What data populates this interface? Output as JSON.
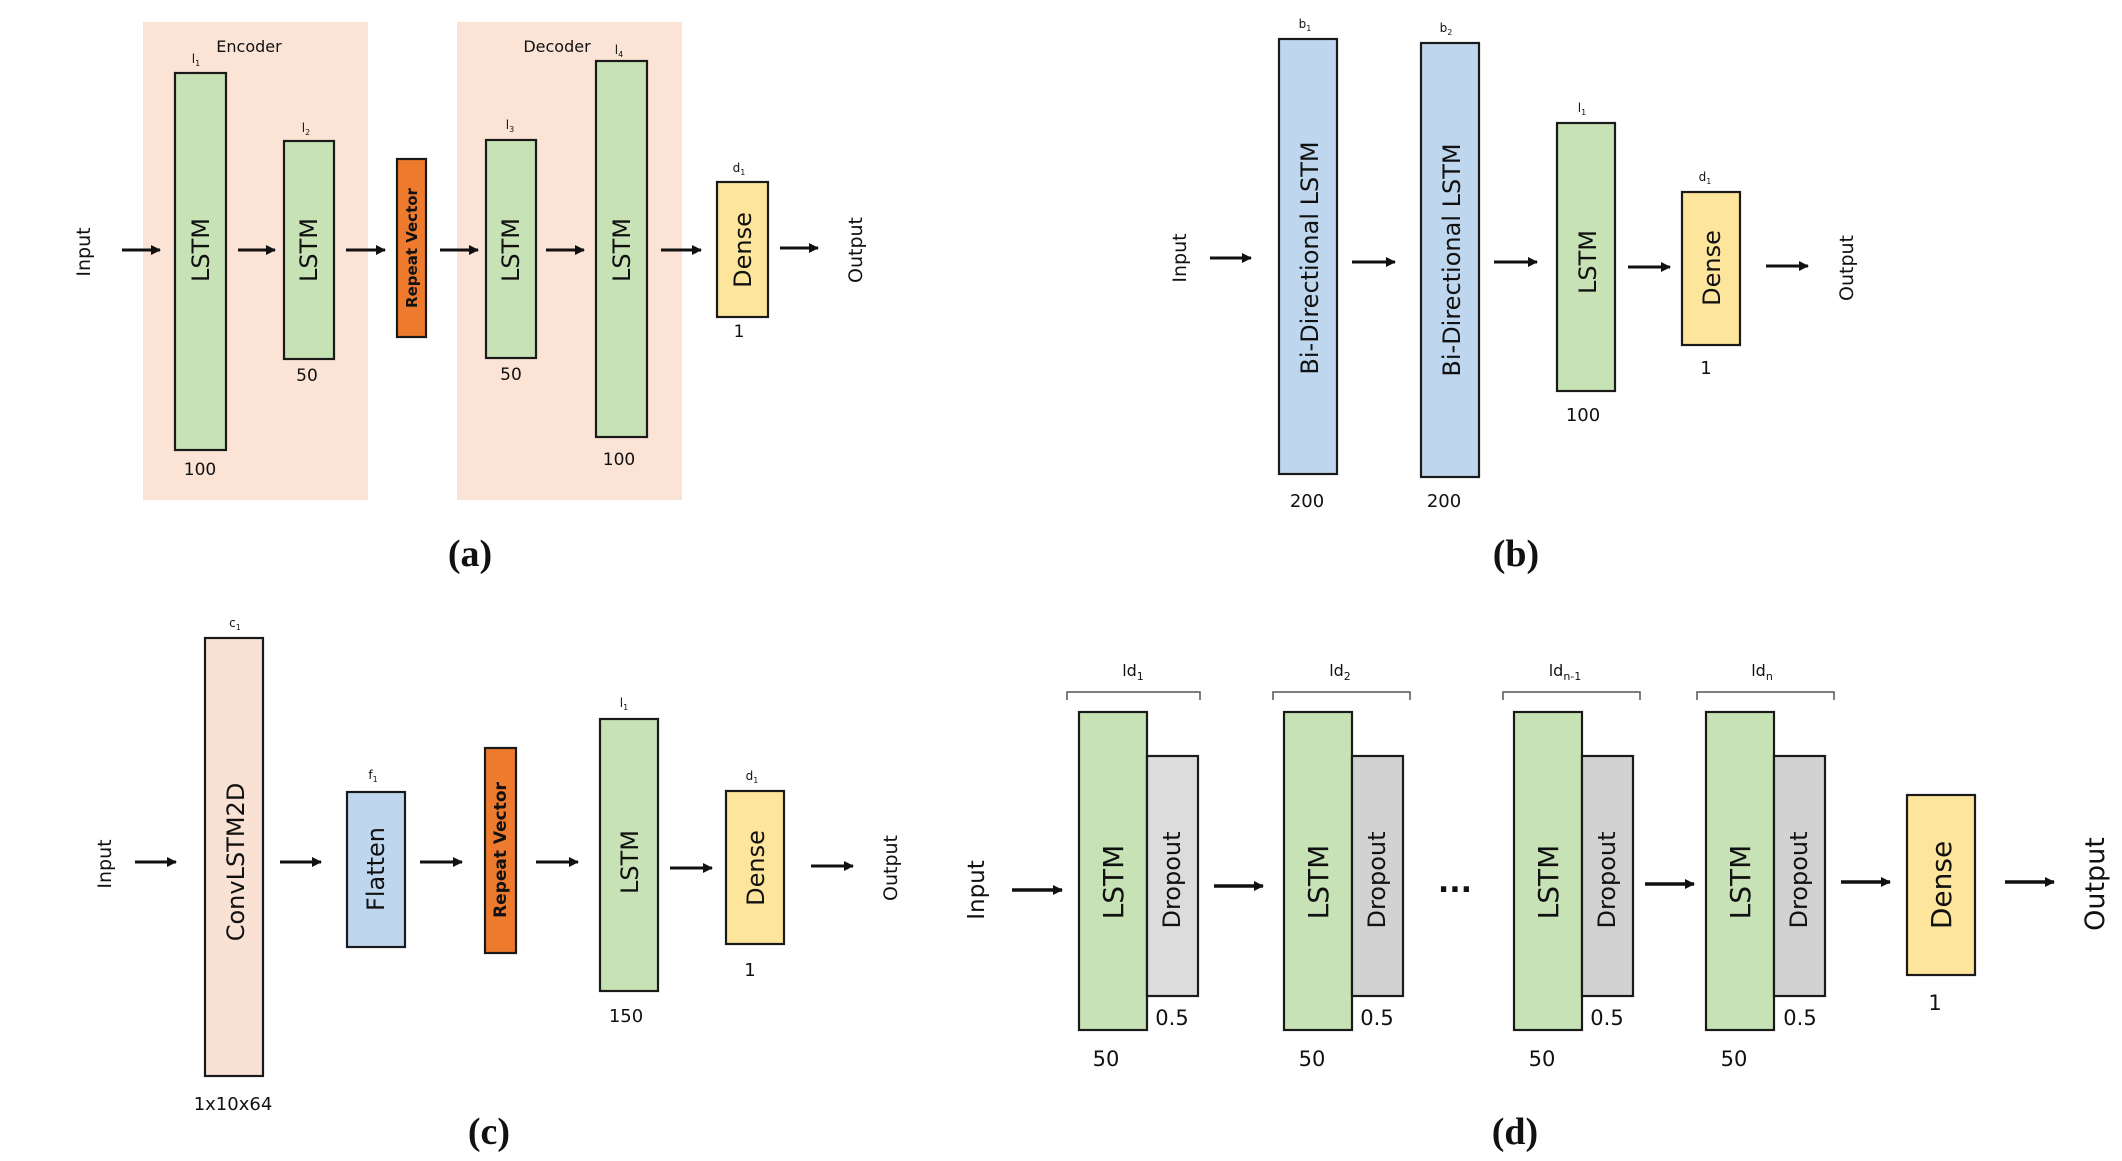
{
  "panel_a": {
    "caption": "(a)",
    "input": "Input",
    "output": "Output",
    "encoder": "Encoder",
    "decoder": "Decoder",
    "l1": {
      "tag": "l",
      "sub": "1",
      "text": "LSTM",
      "size": "100"
    },
    "l2": {
      "tag": "l",
      "sub": "2",
      "text": "LSTM",
      "size": "50"
    },
    "repeat": {
      "text": "Repeat Vector"
    },
    "l3": {
      "tag": "l",
      "sub": "3",
      "text": "LSTM",
      "size": "50"
    },
    "l4": {
      "tag": "l",
      "sub": "4",
      "text": "LSTM",
      "size": "100"
    },
    "d1": {
      "tag": "d",
      "sub": "1",
      "text": "Dense",
      "size": "1"
    }
  },
  "panel_b": {
    "caption": "(b)",
    "input": "Input",
    "output": "Output",
    "b1": {
      "tag": "b",
      "sub": "1",
      "text": "Bi-Directional LSTM",
      "size": "200"
    },
    "b2": {
      "tag": "b",
      "sub": "2",
      "text": "Bi-Directional LSTM",
      "size": "200"
    },
    "l1": {
      "tag": "l",
      "sub": "1",
      "text": "LSTM",
      "size": "100"
    },
    "d1": {
      "tag": "d",
      "sub": "1",
      "text": "Dense",
      "size": "1"
    }
  },
  "panel_c": {
    "caption": "(c)",
    "input": "Input",
    "output": "Output",
    "c1": {
      "tag": "c",
      "sub": "1",
      "text": "ConvLSTM2D",
      "size": "1x10x64"
    },
    "f1": {
      "tag": "f",
      "sub": "1",
      "text": "Flatten"
    },
    "repeat": {
      "text": "Repeat Vector"
    },
    "l1": {
      "tag": "l",
      "sub": "1",
      "text": "LSTM",
      "size": "150"
    },
    "d1": {
      "tag": "d",
      "sub": "1",
      "text": "Dense",
      "size": "1"
    }
  },
  "panel_d": {
    "caption": "(d)",
    "input": "Input",
    "output": "Output",
    "ellipsis": "...",
    "groups": [
      {
        "tag": "ld",
        "sub": "1",
        "lstm": "LSTM",
        "dropout": "Dropout",
        "rate": "0.5",
        "size": "50"
      },
      {
        "tag": "ld",
        "sub": "2",
        "lstm": "LSTM",
        "dropout": "Dropout",
        "rate": "0.5",
        "size": "50"
      },
      {
        "tag": "ld",
        "sub": "n-1",
        "lstm": "LSTM",
        "dropout": "Dropout",
        "rate": "0.5",
        "size": "50"
      },
      {
        "tag": "ld",
        "sub": "n",
        "lstm": "LSTM",
        "dropout": "Dropout",
        "rate": "0.5",
        "size": "50"
      }
    ],
    "dense": {
      "text": "Dense",
      "size": "1"
    }
  },
  "colors": {
    "lstm": "#c7e2b5",
    "bidirectional": "#bed7ee",
    "dense": "#fde59b",
    "repeat_vector": "#ee7a2d",
    "convlstm": "#f9e1d4",
    "panel_background": "#fbe3d6",
    "dropout": "#d6d6d6"
  }
}
